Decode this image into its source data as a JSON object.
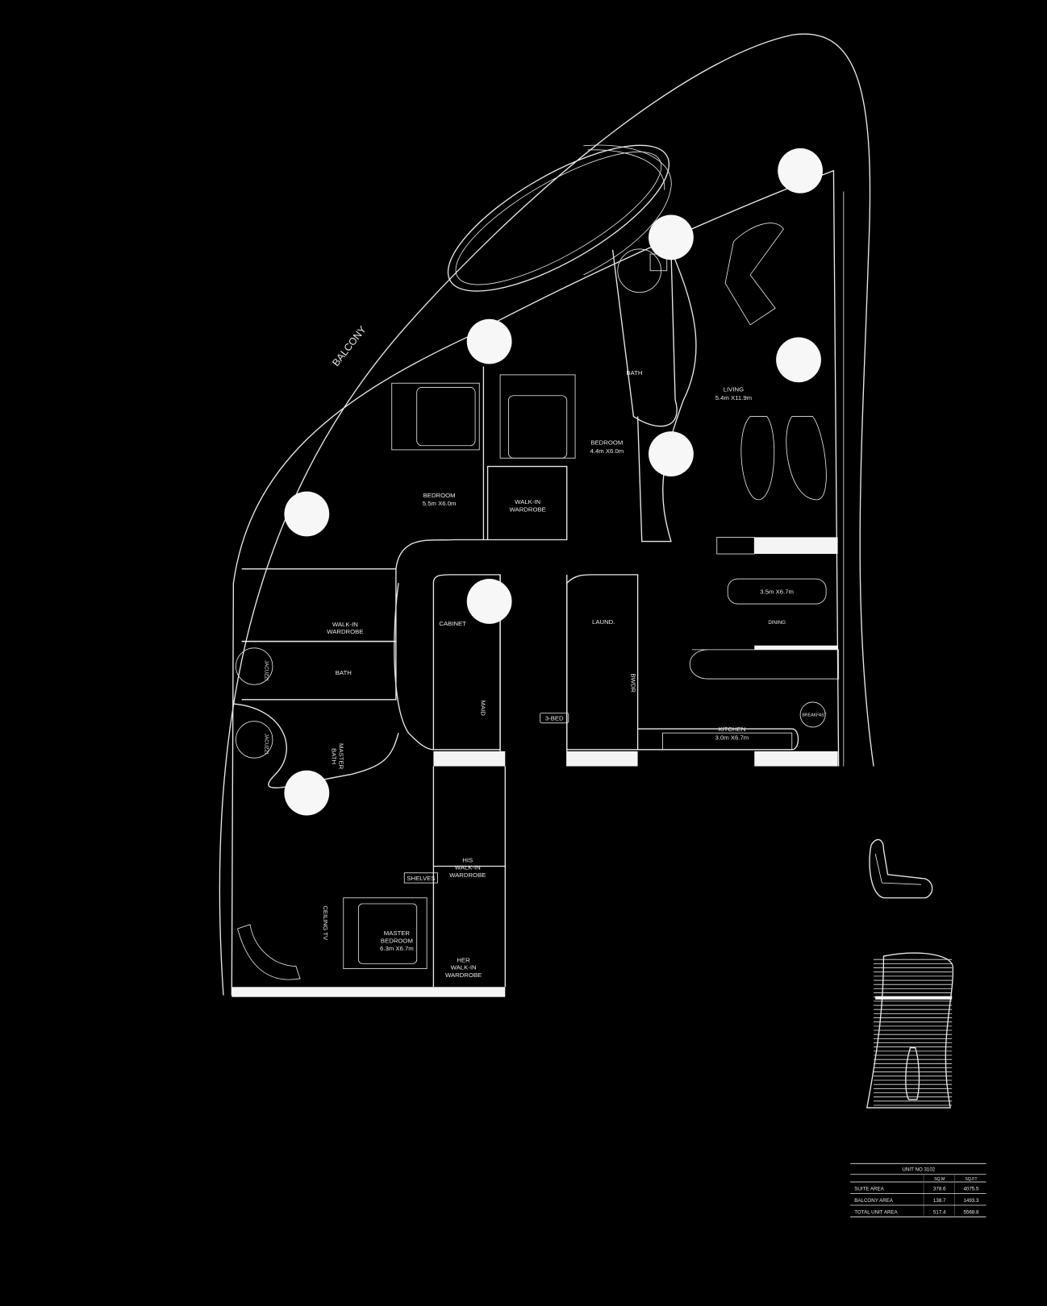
{
  "rooms": {
    "balcony": "BALCONY",
    "bedroom_1": {
      "name": "BEDROOM",
      "size": "4.4m X6.0m"
    },
    "bedroom_2": {
      "name": "BEDROOM",
      "size": "5.5m X6.0m"
    },
    "walkin_1": [
      "WALK-IN",
      "WARDROBE"
    ],
    "walkin_2": [
      "WALK-IN",
      "WARDROBE"
    ],
    "bath_1": "BATH",
    "bath_2": "BATH",
    "living": {
      "name": "LIVING",
      "size": "5.4m X11.9m"
    },
    "dining": {
      "name": "DINING",
      "size": "3.5m X6.7m"
    },
    "kitchen": {
      "name": "KITCHEN",
      "size": "3.0m X6.7m"
    },
    "breakfast": "BREAKFAST",
    "laund": "LAUND.",
    "bwdr": "BWDR",
    "cabinet": "CABINET",
    "maid": "MAID",
    "unit_type": "3-BED",
    "jacuzzi_1": "JACUZZI",
    "jacuzzi_2": "JACUZZI",
    "master_bath": [
      "MASTER",
      "BATH"
    ],
    "his_walkin": [
      "HIS",
      "WALK-IN",
      "WARDROBE"
    ],
    "her_walkin": [
      "HER",
      "WALK-IN",
      "WARDROBE"
    ],
    "shelves": "SHELVES",
    "ceiling_tv": "CEILING TV",
    "master_bedroom": {
      "name": [
        "MASTER",
        "BEDROOM"
      ],
      "size": "6.3m X6.7m"
    }
  },
  "area_table": {
    "title": "UNIT NO 3102",
    "columns": [
      "",
      "SQ.M",
      "SQ.FT"
    ],
    "rows": [
      {
        "label": "SUITE AREA",
        "sqm": "378.6",
        "sqft": "4075.5"
      },
      {
        "label": "BALCONY AREA",
        "sqm": "138.7",
        "sqft": "1493.3"
      },
      {
        "label": "TOTAL UNIT AREA",
        "sqm": "517.4",
        "sqft": "5568.8"
      }
    ]
  }
}
